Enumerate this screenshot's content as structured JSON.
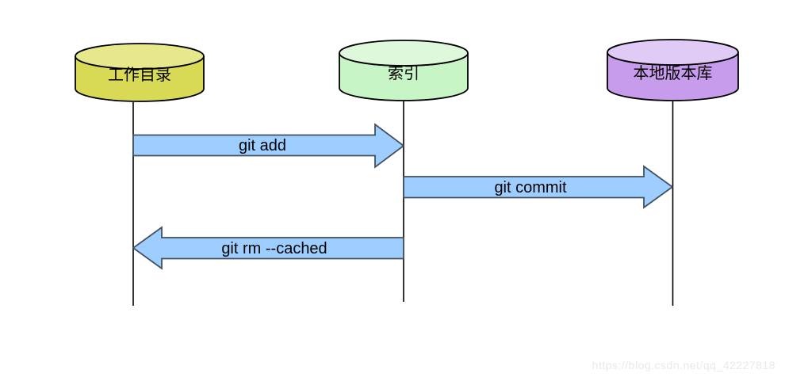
{
  "diagram_type": "git-workflow-sequence-diagram",
  "nodes": [
    {
      "id": "working-directory",
      "label": "工作目录",
      "body_color": "#d8da55",
      "top_color": "#e6e88b"
    },
    {
      "id": "index",
      "label": "索引",
      "body_color": "#c8f5c6",
      "top_color": "#ddf8db"
    },
    {
      "id": "local-repository",
      "label": "本地版本库",
      "body_color": "#c89ced",
      "top_color": "#e0caf6"
    }
  ],
  "arrows": [
    {
      "id": "git-add",
      "label": "git add",
      "from": "工作目录",
      "to": "索引",
      "direction": "right"
    },
    {
      "id": "git-commit",
      "label": "git commit",
      "from": "索引",
      "to": "本地版本库",
      "direction": "right"
    },
    {
      "id": "git-rm-cached",
      "label": "git rm --cached",
      "from": "索引",
      "to": "工作目录",
      "direction": "left"
    }
  ],
  "style": {
    "arrow_fill": "#9ecdff",
    "arrow_border": "#42505f",
    "node_border": "#000000",
    "lifeline_color": "#000000",
    "watermark_color": "#e9e9e9"
  },
  "watermark": "https://blog.csdn.net/qq_42227818"
}
